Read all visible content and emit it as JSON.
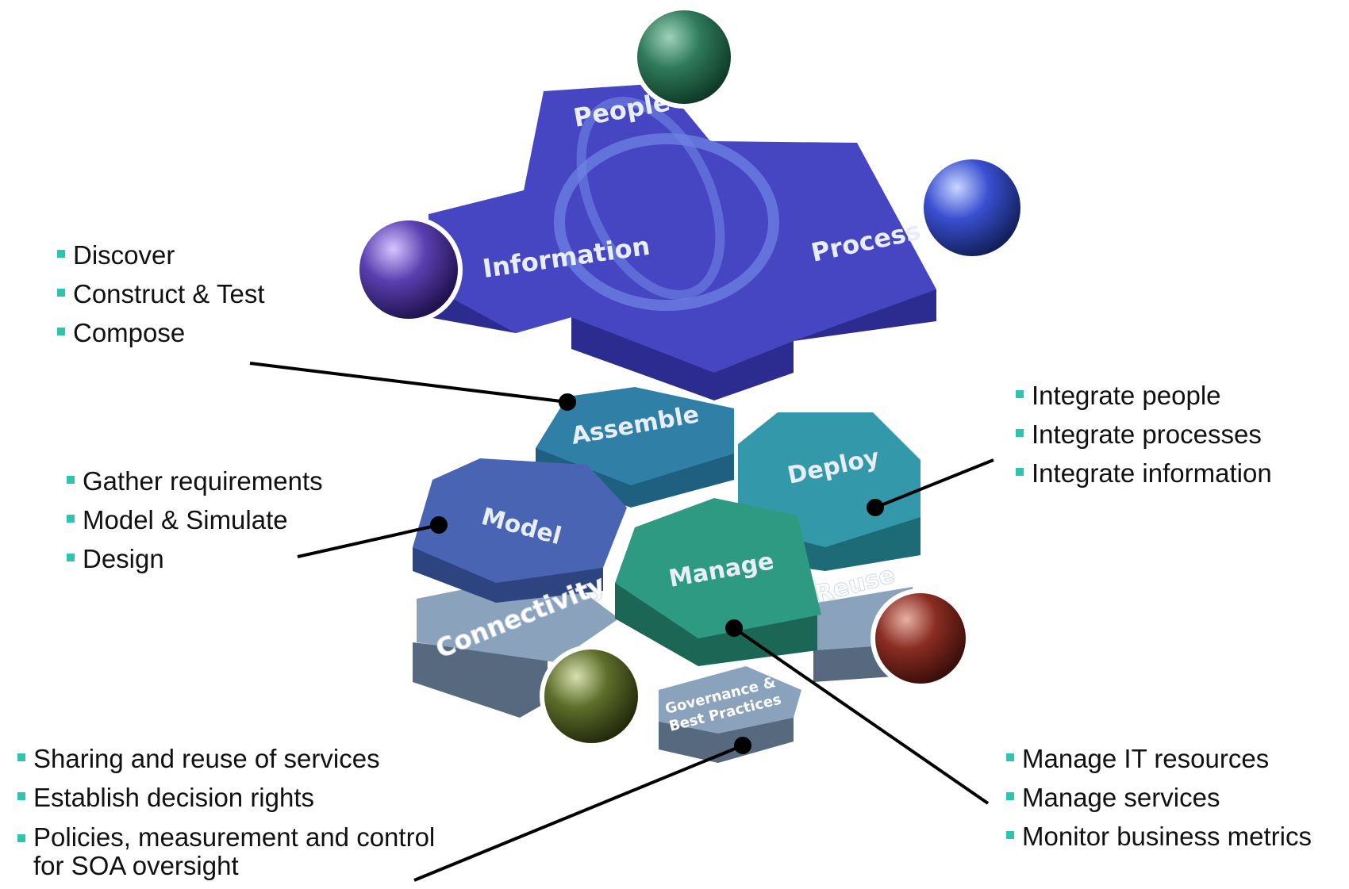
{
  "top_plate": {
    "labels": [
      "People",
      "Information",
      "Process"
    ]
  },
  "hexes": {
    "assemble": "Assemble",
    "deploy": "Deploy",
    "model": "Model",
    "manage": "Manage"
  },
  "base": {
    "connectivity": "Connectivity",
    "reuse": "Reuse",
    "governance_line1": "Governance &",
    "governance_line2": "Best Practices"
  },
  "callouts": {
    "assemble_bullets": [
      "Discover",
      "Construct & Test",
      "Compose"
    ],
    "model_bullets": [
      "Gather requirements",
      "Model & Simulate",
      "Design"
    ],
    "deploy_bullets": [
      "Integrate people",
      "Integrate processes",
      "Integrate information"
    ],
    "governance_bullets": [
      "Sharing and reuse of services",
      "Establish decision rights",
      "Policies, measurement and control for SOA oversight"
    ],
    "manage_bullets": [
      "Manage IT resources",
      "Manage services",
      "Monitor business metrics"
    ]
  },
  "colors": {
    "top_plate": "#4646c2",
    "assemble": "#2f7fa6",
    "deploy": "#3399aa",
    "model": "#4a64b4",
    "manage": "#2e9a82",
    "base": "#7f98b4",
    "bullet": "#2fc4b0"
  }
}
